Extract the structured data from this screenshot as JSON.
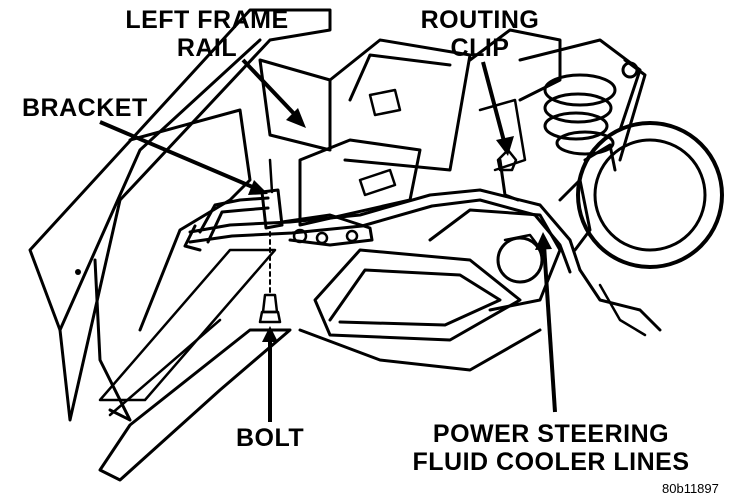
{
  "labels": {
    "left_frame_rail": [
      "LEFT FRAME",
      "RAIL"
    ],
    "routing_clip": [
      "ROUTING",
      "CLIP"
    ],
    "bracket": "BRACKET",
    "bolt": "BOLT",
    "power_steering_lines": [
      "POWER STEERING",
      "FLUID COOLER LINES"
    ]
  },
  "reference_number": "80b11897",
  "colors": {
    "ink": "#000000",
    "paper": "#ffffff"
  }
}
